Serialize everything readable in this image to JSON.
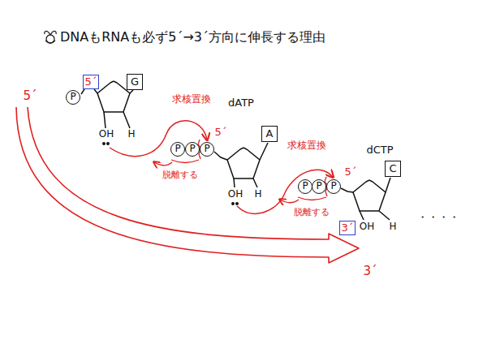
{
  "diagram": {
    "title": "DNAもRNAも必ず5´→3´方向に伸長する理由",
    "nodes": [
      {
        "text": [
          "P"
        ]
      },
      {
        "text": [
          "5´"
        ]
      },
      {
        "text": [
          "G"
        ]
      },
      {
        "text": [
          "P"
        ]
      },
      {
        "text": [
          "P"
        ]
      },
      {
        "text": [
          "P"
        ]
      },
      {
        "text": [
          "A"
        ]
      },
      {
        "text": [
          "P"
        ]
      },
      {
        "text": [
          "P"
        ]
      },
      {
        "text": [
          "P"
        ]
      },
      {
        "text": [
          "C"
        ]
      },
      {
        "text": [
          "3´"
        ]
      }
    ],
    "labels": [
      "dATP",
      "dCTP",
      "求核置換",
      "求核置換",
      "脱離する",
      "脱離する",
      "5´",
      "3´",
      "5´",
      "5´",
      "OH",
      "H",
      "OH",
      "H",
      "OH",
      "H",
      "・・・・"
    ]
  }
}
